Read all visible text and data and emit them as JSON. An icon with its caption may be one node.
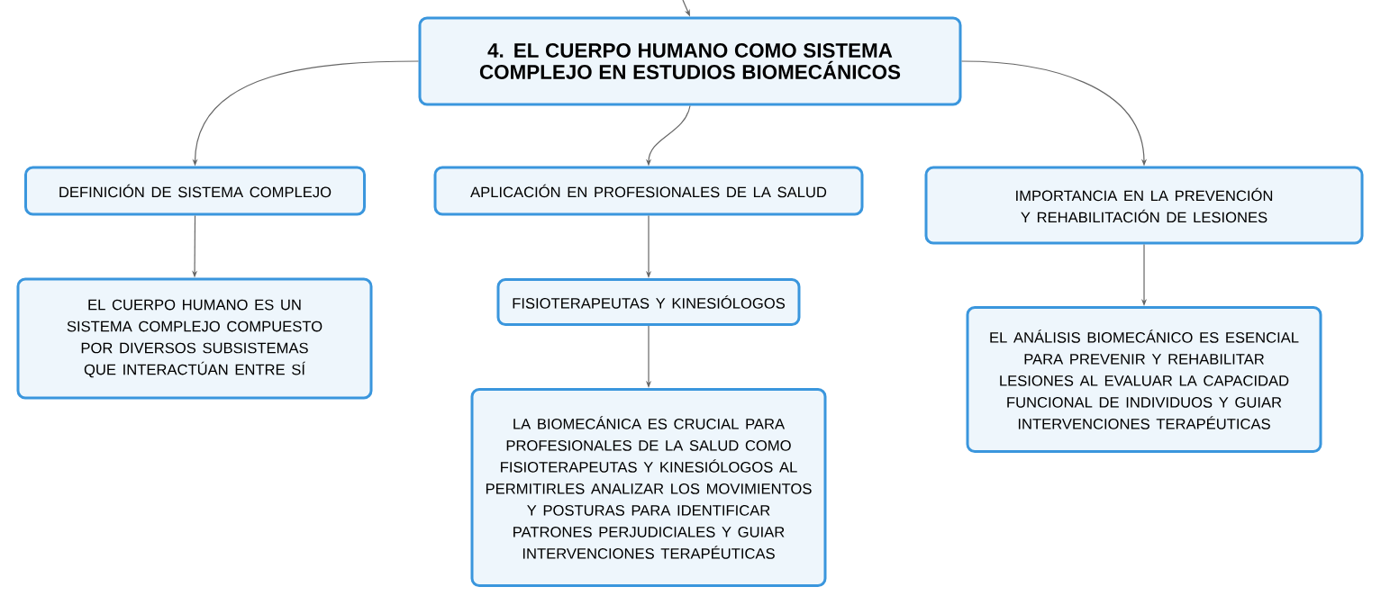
{
  "diagram": {
    "nodes": [
      {
        "text": [
          "4. EL CUERPO HUMANO COMO SISTEMA COMPLEJO EN ESTUDIOS BIOMECÁNICOS"
        ]
      },
      {
        "text": [
          "DEFINICIÓN DE SISTEMA COMPLEJO"
        ]
      },
      {
        "text": [
          "APLICACIÓN EN PROFESIONALES DE LA SALUD"
        ]
      },
      {
        "text": [
          "IMPORTANCIA EN LA PREVENCIÓN Y REHABILITACIÓN DE LESIONES"
        ]
      },
      {
        "text": [
          "EL CUERPO HUMANO ES UN SISTEMA COMPLEJO COMPUESTO POR DIVERSOS SUBSISTEMAS QUE INTERACTÚAN ENTRE SÍ"
        ]
      },
      {
        "text": [
          "FISIOTERAPEUTAS Y KINESIÓLOGOS"
        ]
      },
      {
        "text": [
          "LA BIOMECÁNICA ES CRUCIAL PARA PROFESIONALES DE LA SALUD COMO FISIOTERAPEUTAS Y KINESIÓLOGOS AL PERMITIRLES ANALIZAR LOS MOVIMIENTOS Y POSTURAS PARA IDENTIFICAR PATRONES PERJUDICIALES Y GUIAR INTERVENCIONES TERAPÉUTICAS"
        ]
      },
      {
        "text": [
          "EL ANÁLISIS BIOMECÁNICO ES ESENCIAL PARA PREVENIR Y REHABILITAR LESIONES AL EVALUAR LA CAPACIDAD FUNCIONAL DE INDIVIDUOS Y GUIAR INTERVENCIONES TERAPÉUTICAS"
        ]
      }
    ],
    "edges": [
      {
        "from": null,
        "to": 0,
        "arrow": "to"
      },
      {
        "from": 0,
        "to": 1,
        "arrow": "to"
      },
      {
        "from": 0,
        "to": 2,
        "arrow": "to"
      },
      {
        "from": 0,
        "to": 3,
        "arrow": "to"
      },
      {
        "from": 1,
        "to": 4,
        "arrow": "to"
      },
      {
        "from": 2,
        "to": 5,
        "arrow": "to"
      },
      {
        "from": 5,
        "to": 6,
        "arrow": "to"
      },
      {
        "from": 3,
        "to": 7,
        "arrow": "to"
      }
    ]
  }
}
